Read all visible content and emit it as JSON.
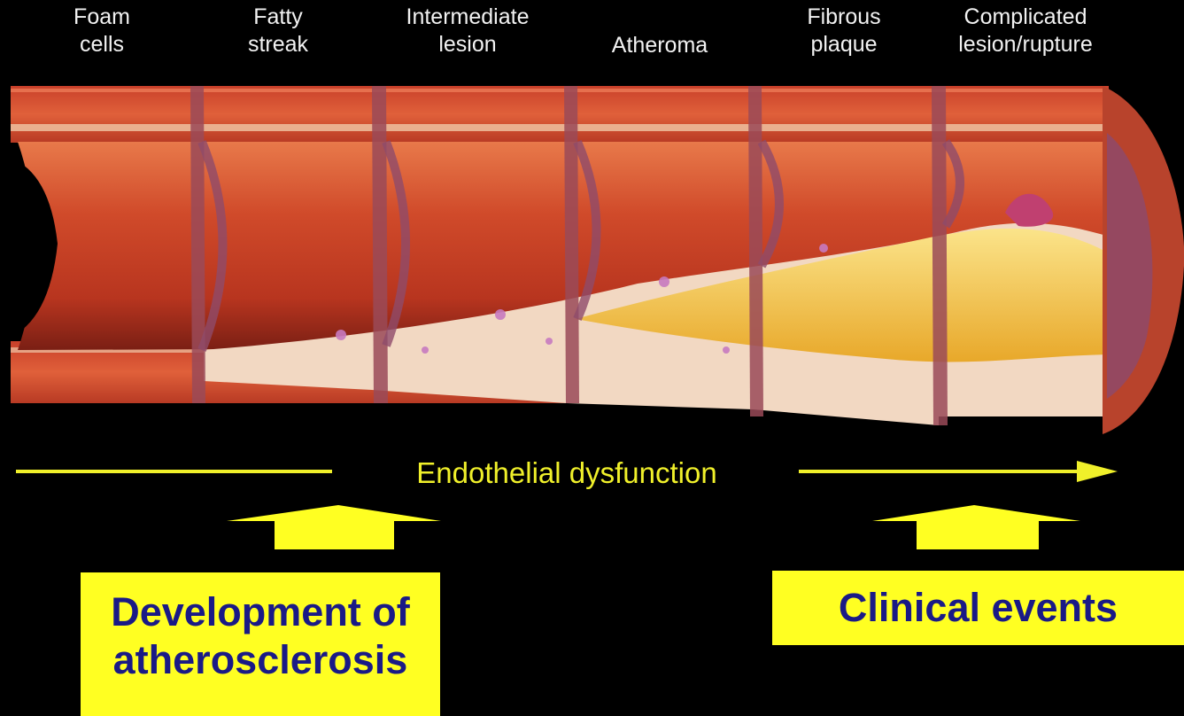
{
  "stages": [
    {
      "label": "Foam\ncells"
    },
    {
      "label": "Fatty\nstreak"
    },
    {
      "label": "Intermediate\nlesion"
    },
    {
      "label": "Atheroma"
    },
    {
      "label": "Fibrous\nplaque"
    },
    {
      "label": "Complicated\nlesion/rupture"
    }
  ],
  "progression_arrow": {
    "label": "Endothelial dysfunction",
    "color": "#f0f02a"
  },
  "callouts": {
    "development": "Development of\natherosclerosis",
    "clinical": "Clinical events",
    "box_color": "#ffff22",
    "text_color": "#1a1a86"
  },
  "colors": {
    "background": "#000000",
    "artery_wall": "#d8502e",
    "lumen": "#c9442a",
    "plaque": "#f2c23a",
    "fibrous_cap": "#f3dcc4"
  }
}
